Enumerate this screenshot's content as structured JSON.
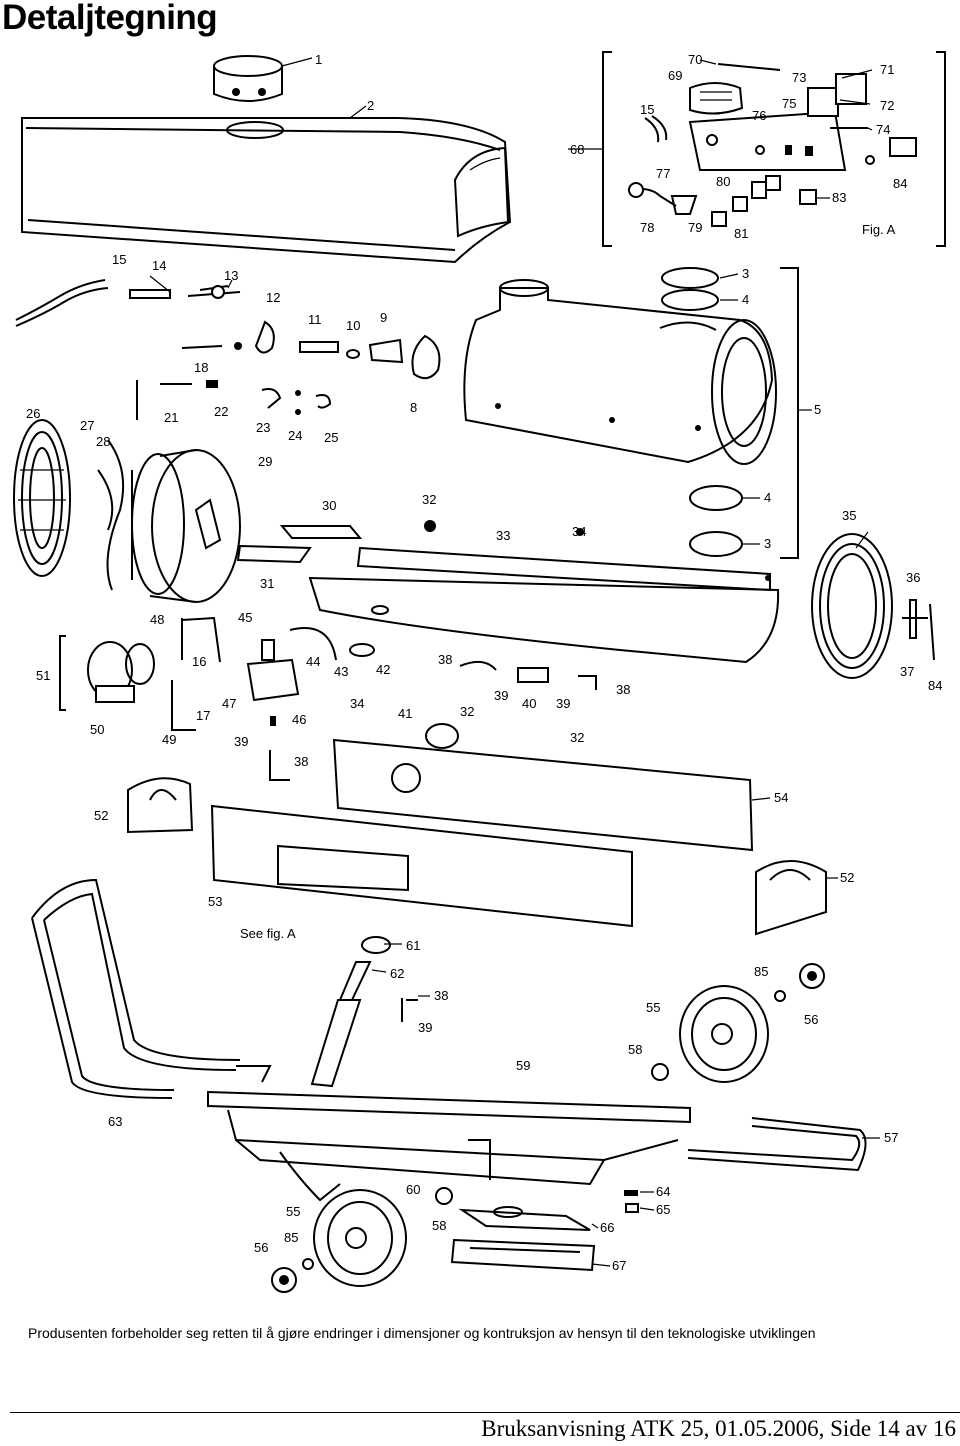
{
  "header": {
    "title": "Detaljtegning"
  },
  "diagram": {
    "figure_label": "Fig. A",
    "see_fig_label": "See fig. A",
    "callouts": [
      {
        "id": "c1",
        "text": "1"
      },
      {
        "id": "c2",
        "text": "2"
      },
      {
        "id": "c68",
        "text": "68"
      },
      {
        "id": "c70",
        "text": "70"
      },
      {
        "id": "c69",
        "text": "69"
      },
      {
        "id": "c73",
        "text": "73"
      },
      {
        "id": "c71",
        "text": "71"
      },
      {
        "id": "c15a",
        "text": "15"
      },
      {
        "id": "c75",
        "text": "75"
      },
      {
        "id": "c72",
        "text": "72"
      },
      {
        "id": "c76",
        "text": "76"
      },
      {
        "id": "c74",
        "text": "74"
      },
      {
        "id": "c77",
        "text": "77"
      },
      {
        "id": "c80",
        "text": "80"
      },
      {
        "id": "c84a",
        "text": "84"
      },
      {
        "id": "c83",
        "text": "83"
      },
      {
        "id": "c78",
        "text": "78"
      },
      {
        "id": "c79",
        "text": "79"
      },
      {
        "id": "c81",
        "text": "81"
      },
      {
        "id": "c15b",
        "text": "15"
      },
      {
        "id": "c14",
        "text": "14"
      },
      {
        "id": "c13",
        "text": "13"
      },
      {
        "id": "c12",
        "text": "12"
      },
      {
        "id": "c11",
        "text": "11"
      },
      {
        "id": "c10",
        "text": "10"
      },
      {
        "id": "c9",
        "text": "9"
      },
      {
        "id": "c18",
        "text": "18"
      },
      {
        "id": "c8",
        "text": "8"
      },
      {
        "id": "c21",
        "text": "21"
      },
      {
        "id": "c22",
        "text": "22"
      },
      {
        "id": "c23",
        "text": "23"
      },
      {
        "id": "c24",
        "text": "24"
      },
      {
        "id": "c25",
        "text": "25"
      },
      {
        "id": "c26",
        "text": "26"
      },
      {
        "id": "c27",
        "text": "27"
      },
      {
        "id": "c28",
        "text": "28"
      },
      {
        "id": "c29",
        "text": "29"
      },
      {
        "id": "c3a",
        "text": "3"
      },
      {
        "id": "c4a",
        "text": "4"
      },
      {
        "id": "c5",
        "text": "5"
      },
      {
        "id": "c4b",
        "text": "4"
      },
      {
        "id": "c3b",
        "text": "3"
      },
      {
        "id": "c30",
        "text": "30"
      },
      {
        "id": "c32a",
        "text": "32"
      },
      {
        "id": "c33",
        "text": "33"
      },
      {
        "id": "c34a",
        "text": "34"
      },
      {
        "id": "c31",
        "text": "31"
      },
      {
        "id": "c35",
        "text": "35"
      },
      {
        "id": "c36",
        "text": "36"
      },
      {
        "id": "c37",
        "text": "37"
      },
      {
        "id": "c84b",
        "text": "84"
      },
      {
        "id": "c48",
        "text": "48"
      },
      {
        "id": "c45",
        "text": "45"
      },
      {
        "id": "c44",
        "text": "44"
      },
      {
        "id": "c43",
        "text": "43"
      },
      {
        "id": "c42",
        "text": "42"
      },
      {
        "id": "c38a",
        "text": "38"
      },
      {
        "id": "c38b",
        "text": "38"
      },
      {
        "id": "c51",
        "text": "51"
      },
      {
        "id": "c16",
        "text": "16"
      },
      {
        "id": "c47",
        "text": "47"
      },
      {
        "id": "c39a",
        "text": "39"
      },
      {
        "id": "c40",
        "text": "40"
      },
      {
        "id": "c39b",
        "text": "39"
      },
      {
        "id": "c50",
        "text": "50"
      },
      {
        "id": "c17",
        "text": "17"
      },
      {
        "id": "c49",
        "text": "49"
      },
      {
        "id": "c46",
        "text": "46"
      },
      {
        "id": "c34b",
        "text": "34"
      },
      {
        "id": "c41",
        "text": "41"
      },
      {
        "id": "c32b",
        "text": "32"
      },
      {
        "id": "c32c",
        "text": "32"
      },
      {
        "id": "c39c",
        "text": "39"
      },
      {
        "id": "c38c",
        "text": "38"
      },
      {
        "id": "c54",
        "text": "54"
      },
      {
        "id": "c52a",
        "text": "52"
      },
      {
        "id": "c52b",
        "text": "52"
      },
      {
        "id": "c53",
        "text": "53"
      },
      {
        "id": "c61",
        "text": "61"
      },
      {
        "id": "c62",
        "text": "62"
      },
      {
        "id": "c38d",
        "text": "38"
      },
      {
        "id": "c39d",
        "text": "39"
      },
      {
        "id": "c85a",
        "text": "85"
      },
      {
        "id": "c56a",
        "text": "56"
      },
      {
        "id": "c55a",
        "text": "55"
      },
      {
        "id": "c58a",
        "text": "58"
      },
      {
        "id": "c59",
        "text": "59"
      },
      {
        "id": "c63",
        "text": "63"
      },
      {
        "id": "c57",
        "text": "57"
      },
      {
        "id": "c60",
        "text": "60"
      },
      {
        "id": "c64",
        "text": "64"
      },
      {
        "id": "c65",
        "text": "65"
      },
      {
        "id": "c55b",
        "text": "55"
      },
      {
        "id": "c58b",
        "text": "58"
      },
      {
        "id": "c66",
        "text": "66"
      },
      {
        "id": "c56b",
        "text": "56"
      },
      {
        "id": "c85b",
        "text": "85"
      },
      {
        "id": "c67",
        "text": "67"
      }
    ]
  },
  "disclaimer": "Produsenten forbeholder seg retten til å gjøre endringer i dimensjoner og kontruksjon av hensyn til den teknologiske utviklingen",
  "footer": "Bruksanvisning ATK 25, 01.05.2006, Side 14 av 16"
}
